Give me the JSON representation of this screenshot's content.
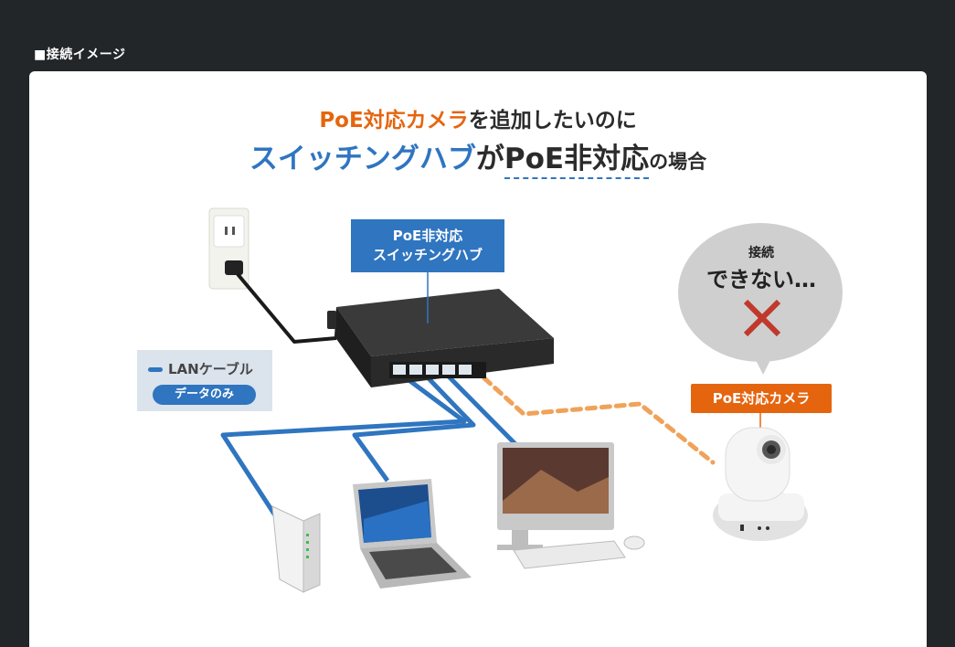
{
  "section": {
    "title": "■接続イメージ"
  },
  "headline": {
    "line1_orange": "PoE対応カメラ",
    "line1_rest": "を追加したいのに",
    "line2_blue": "スイッチングハブ",
    "line2_ga": "が",
    "line2_underlined": "PoE非対応",
    "line2_rest": "の場合"
  },
  "switch_label": {
    "line1": "PoE非対応",
    "line2": "スイッチングハブ"
  },
  "lan_legend": {
    "cable": "LANケーブル",
    "note": "データのみ"
  },
  "bubble": {
    "small": "接続",
    "large": "できない…"
  },
  "camera_label": "PoE対応カメラ",
  "colors": {
    "accent_blue": "#2f75c0",
    "accent_orange": "#e5650f",
    "bubble_gray": "#cfcfcf",
    "x_red": "#c0392b",
    "background": "#232629"
  },
  "icons": [
    "power-outlet-icon",
    "switching-hub-icon",
    "router-icon",
    "laptop-icon",
    "desktop-pc-icon",
    "network-camera-icon",
    "x-mark-icon"
  ]
}
